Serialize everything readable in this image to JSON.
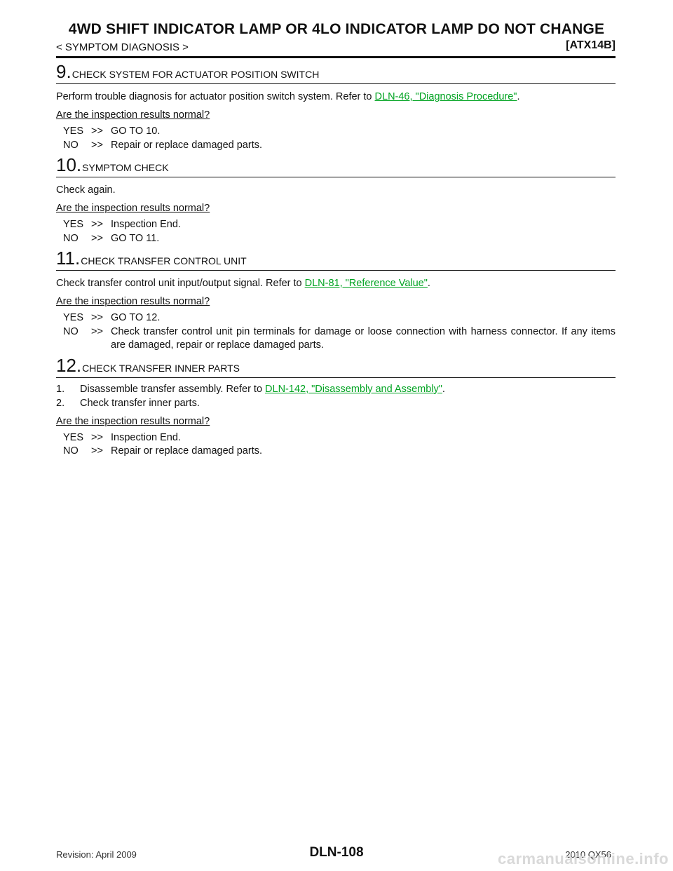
{
  "header": {
    "title": "4WD SHIFT INDICATOR LAMP OR 4LO INDICATOR LAMP DO NOT CHANGE",
    "breadcrumb": "< SYMPTOM DIAGNOSIS >",
    "doc_code": "[ATX14B]"
  },
  "link_color": "#00a321",
  "steps": {
    "s9": {
      "number": "9.",
      "title": "CHECK SYSTEM FOR ACTUATOR POSITION SWITCH",
      "text_before": "Perform trouble diagnosis for actuator position switch system. Refer to ",
      "link": "DLN-46, \"Diagnosis Procedure\"",
      "text_after": ".",
      "question": "Are the inspection results normal?",
      "yes_key": "YES",
      "yes_arrow": ">>",
      "yes_text": "GO TO 10.",
      "no_key": "NO",
      "no_arrow": ">>",
      "no_text": "Repair or replace damaged parts."
    },
    "s10": {
      "number": "10.",
      "title": "SYMPTOM CHECK",
      "text": "Check again.",
      "question": "Are the inspection results normal?",
      "yes_key": "YES",
      "yes_arrow": ">>",
      "yes_text": "Inspection End.",
      "no_key": "NO",
      "no_arrow": ">>",
      "no_text": "GO TO 11."
    },
    "s11": {
      "number": "11.",
      "title": "CHECK TRANSFER CONTROL UNIT",
      "text_before": "Check transfer control unit input/output signal. Refer to ",
      "link": "DLN-81, \"Reference Value\"",
      "text_after": ".",
      "question": "Are the inspection results normal?",
      "yes_key": "YES",
      "yes_arrow": ">>",
      "yes_text": "GO TO 12.",
      "no_key": "NO",
      "no_arrow": ">>",
      "no_text": "Check transfer control unit pin terminals for damage or loose connection with harness connector. If any items are damaged, repair or replace damaged parts."
    },
    "s12": {
      "number": "12.",
      "title": "CHECK TRANSFER INNER PARTS",
      "item1_num": "1.",
      "item1_before": "Disassemble transfer assembly. Refer to ",
      "item1_link": "DLN-142, \"Disassembly and Assembly\"",
      "item1_after": ".",
      "item2_num": "2.",
      "item2_text": "Check transfer inner parts.",
      "question": "Are the inspection results normal?",
      "yes_key": "YES",
      "yes_arrow": ">>",
      "yes_text": "Inspection End.",
      "no_key": "NO",
      "no_arrow": ">>",
      "no_text": "Repair or replace damaged parts."
    }
  },
  "footer": {
    "page_number": "DLN-108",
    "revision": "Revision: April 2009",
    "model": "2010 QX56",
    "watermark": "carmanualsonline.info"
  }
}
